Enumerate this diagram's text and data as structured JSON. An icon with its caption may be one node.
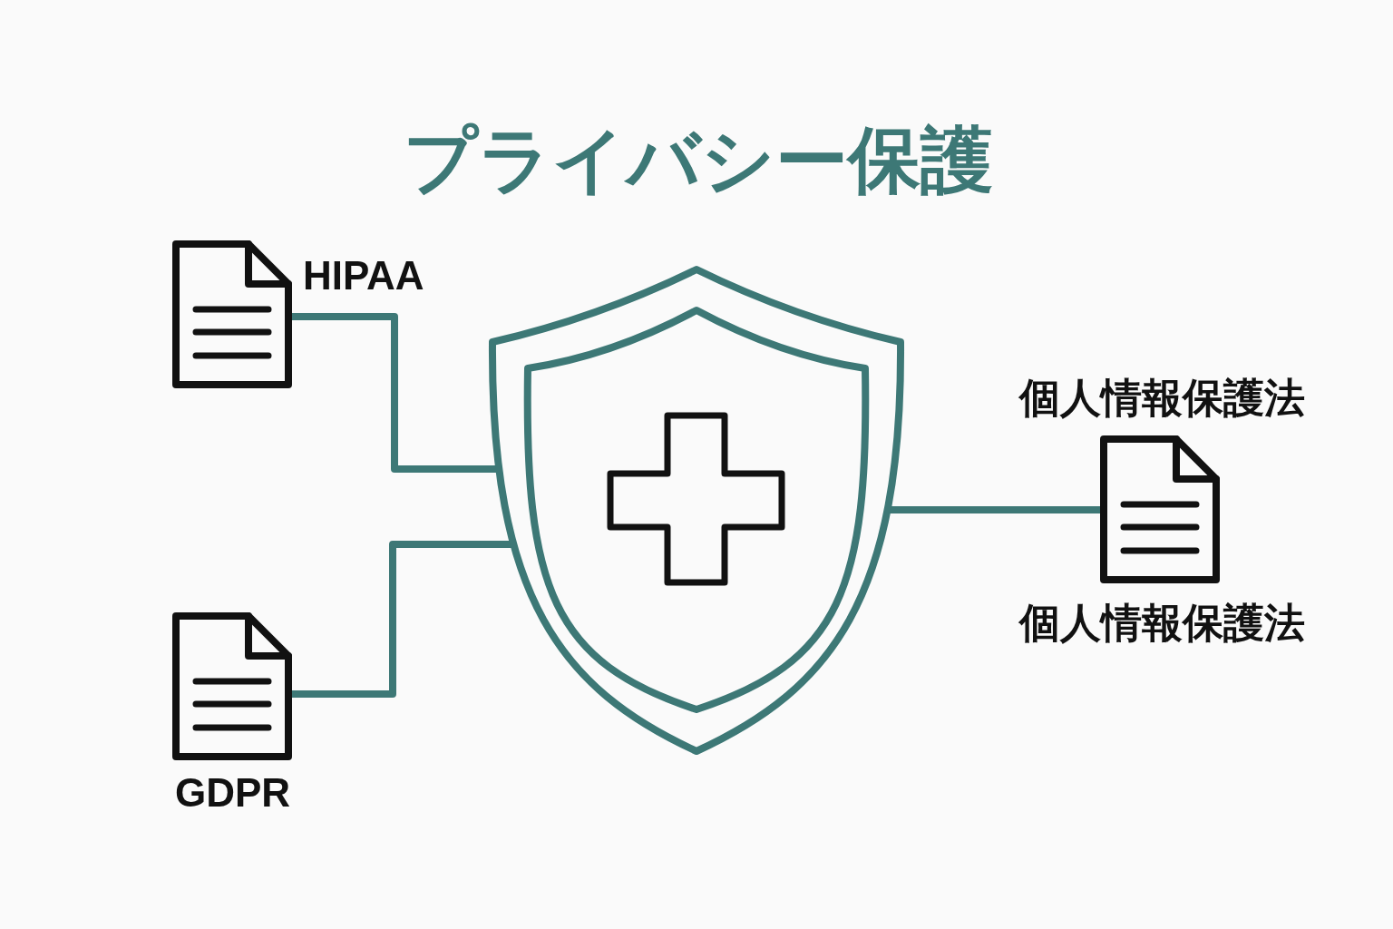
{
  "diagram": {
    "title": "プライバシー保護",
    "nodes": [
      {
        "text": [
          "HIPAA"
        ]
      },
      {
        "text": [],
        "shape": "picture"
      },
      {
        "text": [
          "個人情報保護法",
          "個人情報保護法"
        ]
      },
      {
        "text": [
          "GDPR"
        ]
      }
    ],
    "edges": [
      {
        "from": 0,
        "to": 1,
        "arrow": "none"
      },
      {
        "from": 3,
        "to": 1,
        "arrow": "none"
      },
      {
        "from": 1,
        "to": 2,
        "arrow": "none"
      }
    ]
  }
}
